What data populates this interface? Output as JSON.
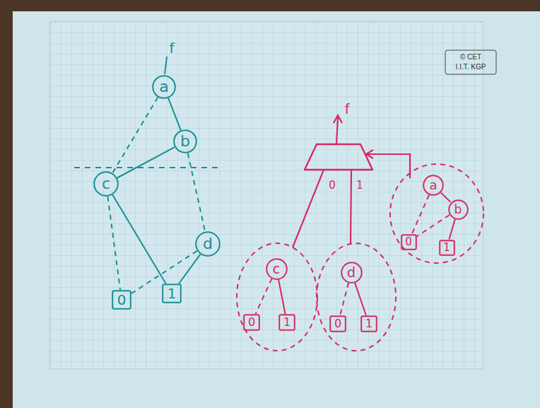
{
  "diagram": {
    "nodes": [
      {
        "text": [
          "a"
        ]
      },
      {
        "text": [
          "b"
        ]
      },
      {
        "text": [
          "c"
        ]
      },
      {
        "text": [
          "d"
        ]
      },
      {
        "text": [
          "0"
        ]
      },
      {
        "text": [
          "1"
        ]
      },
      {
        "text": [
          "a"
        ]
      },
      {
        "text": [
          "b"
        ]
      },
      {
        "text": [
          "0"
        ]
      },
      {
        "text": [
          "1"
        ]
      },
      {
        "text": [
          "c"
        ]
      },
      {
        "text": [
          "0"
        ]
      },
      {
        "text": [
          "1"
        ]
      },
      {
        "text": [
          "d"
        ]
      },
      {
        "text": [
          "0"
        ]
      },
      {
        "text": [
          "1"
        ]
      }
    ],
    "edges": [
      {
        "from": 0,
        "to": 2,
        "arrow": "none"
      },
      {
        "from": 0,
        "to": 1,
        "arrow": "none"
      },
      {
        "from": 1,
        "to": 2,
        "arrow": "none"
      },
      {
        "from": 1,
        "to": 3,
        "arrow": "none"
      },
      {
        "from": 2,
        "to": 4,
        "arrow": "none"
      },
      {
        "from": 2,
        "to": 5,
        "arrow": "none"
      },
      {
        "from": 3,
        "to": 4,
        "arrow": "none"
      },
      {
        "from": 3,
        "to": 5,
        "arrow": "none"
      },
      {
        "from": 6,
        "to": 8,
        "arrow": "none"
      },
      {
        "from": 6,
        "to": 7,
        "arrow": "none"
      },
      {
        "from": 7,
        "to": 8,
        "arrow": "none"
      },
      {
        "from": 7,
        "to": 9,
        "arrow": "none"
      },
      {
        "from": 10,
        "to": 11,
        "arrow": "none"
      },
      {
        "from": 10,
        "to": 12,
        "arrow": "none"
      },
      {
        "from": 13,
        "to": 14,
        "arrow": "none"
      },
      {
        "from": 13,
        "to": 15,
        "arrow": "none"
      }
    ],
    "labels": [
      "f",
      "f",
      "0",
      "1",
      "© CET",
      "I.I.T. KGP"
    ]
  }
}
